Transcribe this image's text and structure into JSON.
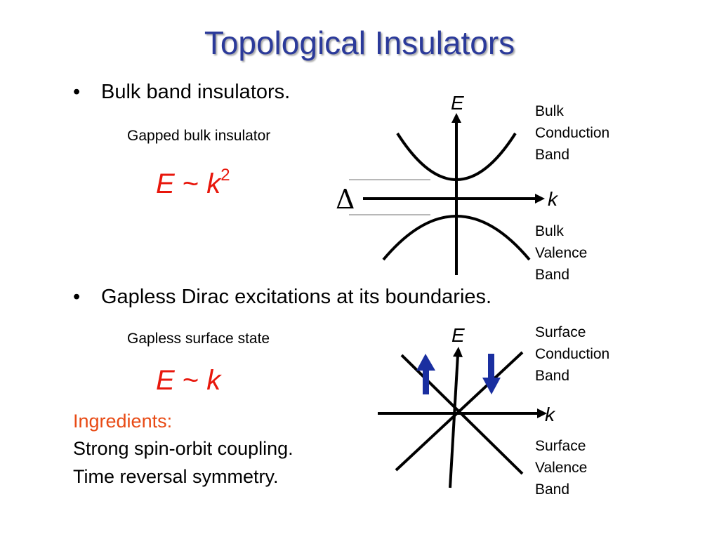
{
  "slide": {
    "title": "Topological Insulators",
    "bullet1": {
      "marker": "•",
      "text": "Bulk band insulators."
    },
    "note1": "Gapped bulk insulator",
    "formula1": {
      "lhs": "E",
      "op": "~",
      "rhs": "k",
      "exp": "2"
    },
    "bullet2": {
      "marker": "•",
      "text": "Gapless Dirac excitations at its boundaries."
    },
    "note2": "Gapless surface state",
    "formula2": {
      "lhs": "E",
      "op": "~",
      "rhs": "k"
    },
    "ingredients": {
      "heading": "Ingredients:",
      "items": [
        "Strong spin-orbit coupling.",
        "Time reversal symmetry."
      ]
    }
  },
  "diagram1": {
    "axis_y": "E",
    "axis_x": "k",
    "gap_symbol": "Δ",
    "upper_label": [
      "Bulk",
      "Conduction",
      "Band"
    ],
    "lower_label": [
      "Bulk",
      "Valence",
      "Band"
    ]
  },
  "diagram2": {
    "axis_y": "E",
    "axis_x": "k",
    "upper_label": [
      "Surface",
      "Conduction",
      "Band"
    ],
    "lower_label": [
      "Surface",
      "Valence",
      "Band"
    ],
    "spin_up_color": "#1a2fa0",
    "spin_down_color": "#1a2fa0"
  },
  "colors": {
    "title": "#2b3a9a",
    "formula": "#e8170c",
    "ingredients_heading": "#e84a14"
  }
}
